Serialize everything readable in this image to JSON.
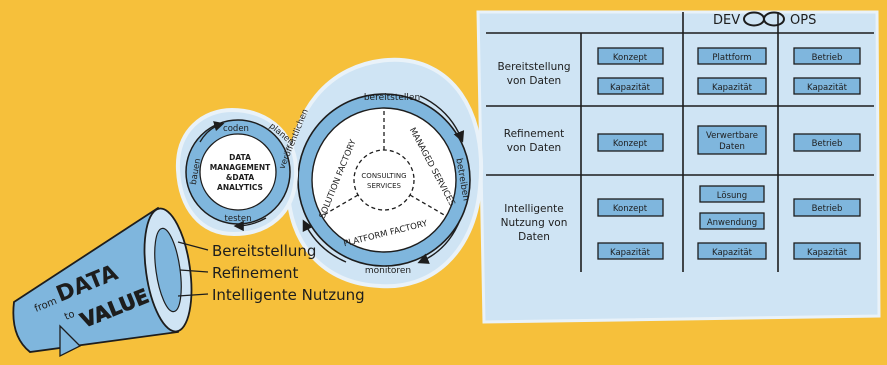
{
  "matrix": {
    "header": {
      "left": "DEV",
      "right": "OPS"
    },
    "rows": [
      {
        "label": [
          "Bereitstellung",
          "von Daten"
        ],
        "col1": [
          "Konzept",
          "Kapazität"
        ],
        "col2": [
          "Plattform",
          "Kapazität"
        ],
        "col3": [
          "Betrieb",
          "Kapazität"
        ]
      },
      {
        "label": [
          "Refinement",
          "von Daten"
        ],
        "col1": [
          "Konzept"
        ],
        "col2": [
          "Verwertbare Daten"
        ],
        "col3": [
          "Betrieb"
        ]
      },
      {
        "label": [
          "Intelligente",
          "Nutzung von",
          "Daten"
        ],
        "col1": [
          "Konzept",
          "Kapazität"
        ],
        "col2": [
          "Lösung",
          "Anwendung",
          "Kapazität"
        ],
        "col3": [
          "Betrieb",
          "Kapazität"
        ]
      }
    ]
  },
  "small_cycle": {
    "center": [
      "DATA",
      "MANAGEMENT",
      "&DATA",
      "ANALYTICS"
    ],
    "steps": [
      "coden",
      "planen",
      "bauen",
      "testen",
      "veröffentlichen"
    ]
  },
  "big_cycle": {
    "center": [
      "CONSULTING",
      "SERVICES"
    ],
    "segments": [
      "SOLUTION FACTORY",
      "MANAGED SERVICES",
      "PLATFORM FACTORY"
    ],
    "steps": [
      "bereitstellen",
      "betreiben",
      "monitoren"
    ]
  },
  "megaphone": {
    "brand": {
      "from": "from",
      "data": "DATA",
      "to": "to",
      "value": "VALUE"
    },
    "items": [
      "Bereitstellung",
      "Refinement",
      "Intelligente Nutzung"
    ]
  },
  "colors": {
    "background": "#f6c03b",
    "panel": "#cfe4f4",
    "box": "#7fb6dd",
    "ink": "#1d1d1d"
  }
}
